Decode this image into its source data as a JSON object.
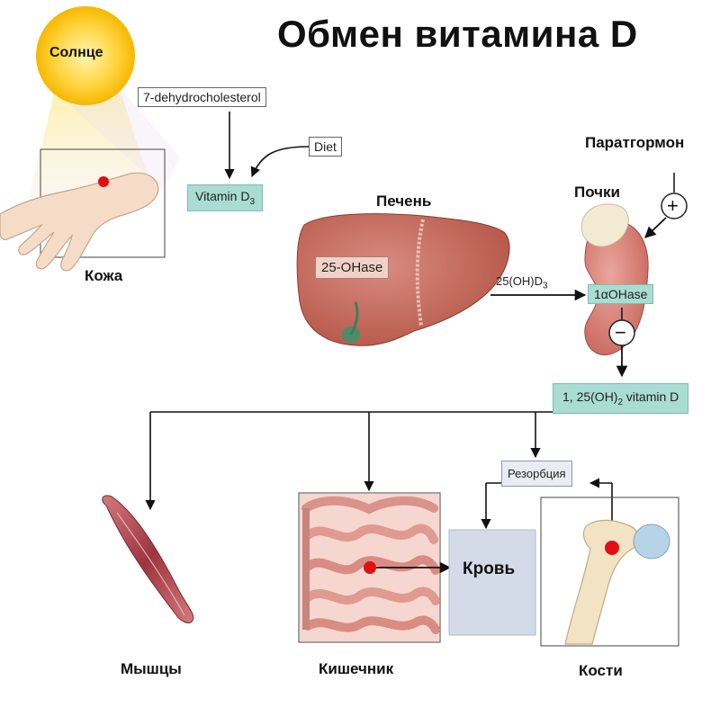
{
  "title": "Обмен витамина D",
  "labels": {
    "sun": "Солнце",
    "skin": "Кожа",
    "liver": "Печень",
    "kidneys": "Почки",
    "pth": "Паратгормон",
    "muscles": "Мышцы",
    "intestine": "Кишечник",
    "bones": "Кости",
    "blood": "Кровь",
    "resorption": "Резорбция"
  },
  "boxes": {
    "dehydro": "7-dehydrocholesterol",
    "diet": "Diet",
    "vitd3_main": "Vitamin D",
    "vitd3_sub": "3",
    "liver_enzyme": "25-OHase",
    "oh_d3_main": "25(OH)D",
    "oh_d3_sub": "3",
    "kidney_enzyme": "1αOHase",
    "calcitriol_pre": "1, 25(OH)",
    "calcitriol_sub": "2",
    "calcitriol_post": " vitamin D"
  },
  "symbols": {
    "plus": "+",
    "minus": "−"
  },
  "colors": {
    "teal": "#a9dcd3",
    "liver": "#c96a5e",
    "kidney": "#d98a82",
    "muscle": "#b34a4f",
    "red_dot": "#e01010",
    "sun": "#ffd23a",
    "blood_box": "#d4dbe8"
  }
}
